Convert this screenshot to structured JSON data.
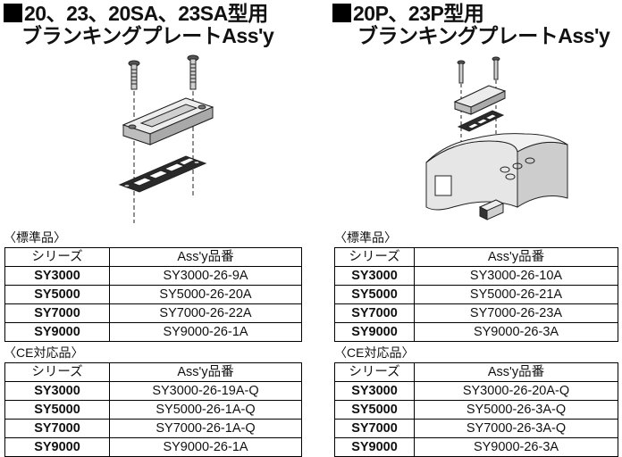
{
  "left": {
    "title_line1": "20、23、20SA、23SA型用",
    "title_line2": "ブランキングプレートAss'y",
    "standard": {
      "label": "〈標準品〉",
      "header": [
        "シリーズ",
        "Ass'y品番"
      ],
      "rows": [
        [
          "SY3000",
          "SY3000-26-9A"
        ],
        [
          "SY5000",
          "SY5000-26-20A"
        ],
        [
          "SY7000",
          "SY7000-26-22A"
        ],
        [
          "SY9000",
          "SY9000-26-1A"
        ]
      ]
    },
    "ce": {
      "label": "〈CE対応品〉",
      "header": [
        "シリーズ",
        "Ass'y品番"
      ],
      "rows": [
        [
          "SY3000",
          "SY3000-26-19A-Q"
        ],
        [
          "SY5000",
          "SY5000-26-1A-Q"
        ],
        [
          "SY7000",
          "SY7000-26-1A-Q"
        ],
        [
          "SY9000",
          "SY9000-26-1A"
        ]
      ]
    }
  },
  "right": {
    "title_line1": "20P、23P型用",
    "title_line2": "ブランキングプレートAss'y",
    "standard": {
      "label": "〈標準品〉",
      "header": [
        "シリーズ",
        "Ass'y品番"
      ],
      "rows": [
        [
          "SY3000",
          "SY3000-26-10A"
        ],
        [
          "SY5000",
          "SY5000-26-21A"
        ],
        [
          "SY7000",
          "SY7000-26-23A"
        ],
        [
          "SY9000",
          "SY9000-26-3A"
        ]
      ]
    },
    "ce": {
      "label": "〈CE対応品〉",
      "header": [
        "シリーズ",
        "Ass'y品番"
      ],
      "rows": [
        [
          "SY3000",
          "SY3000-26-20A-Q"
        ],
        [
          "SY5000",
          "SY5000-26-3A-Q"
        ],
        [
          "SY7000",
          "SY7000-26-3A-Q"
        ],
        [
          "SY9000",
          "SY9000-26-3A"
        ]
      ]
    }
  }
}
